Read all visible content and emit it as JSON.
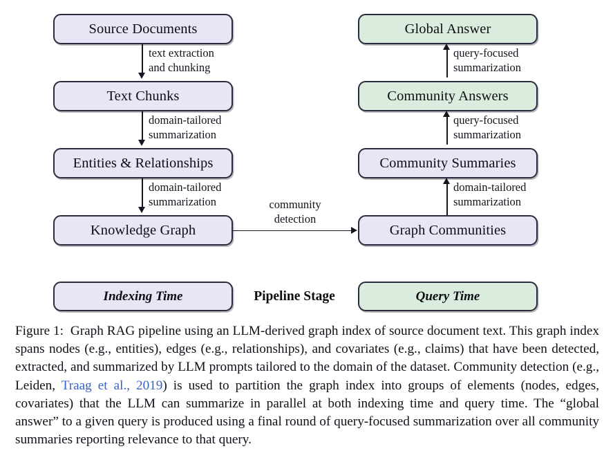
{
  "figure": {
    "caption_label": "Figure 1:",
    "caption_part1": "Graph RAG pipeline using an LLM-derived graph index of source document text. This graph index spans nodes (e.g., entities), edges (e.g., relationships), and covariates (e.g., claims) that have been detected, extracted, and summarized by LLM prompts tailored to the domain of the dataset. Community detection (e.g., Leiden, ",
    "citation": "Traag et al., 2019",
    "caption_part2": ") is used to partition the graph index into groups of elements (nodes, edges, covariates) that the LLM can summarize in parallel at both indexing time and query time. The “global answer” to a given query is produced using a final round of query-focused summarization over all community summaries reporting relevance to that query."
  },
  "colors": {
    "indexing_fill": "#e7e5f6",
    "query_fill": "#d9ecdd",
    "border": "#2b2b40",
    "arrow": "#15151f",
    "citation_link": "#3a63c8",
    "text": "#101019"
  },
  "chart_data": {
    "type": "diagram",
    "title": "Graph RAG pipeline",
    "left_column": {
      "stage": "Indexing Time",
      "nodes": [
        {
          "id": "source-documents",
          "label": "Source Documents",
          "stage": "indexing"
        },
        {
          "id": "text-chunks",
          "label": "Text Chunks",
          "stage": "indexing"
        },
        {
          "id": "entities-relationships",
          "label": "Entities & Relationships",
          "stage": "indexing"
        },
        {
          "id": "knowledge-graph",
          "label": "Knowledge Graph",
          "stage": "indexing"
        }
      ]
    },
    "right_column": {
      "stage": "Query Time",
      "nodes": [
        {
          "id": "global-answer",
          "label": "Global Answer",
          "stage": "query"
        },
        {
          "id": "community-answers",
          "label": "Community Answers",
          "stage": "query"
        },
        {
          "id": "community-summaries",
          "label": "Community Summaries",
          "stage": "indexing"
        },
        {
          "id": "graph-communities",
          "label": "Graph Communities",
          "stage": "indexing"
        }
      ]
    },
    "edges": [
      {
        "id": "source-to-chunks",
        "from": "source-documents",
        "to": "text-chunks",
        "direction": "down",
        "label_line1": "text extraction",
        "label_line2": "and chunking"
      },
      {
        "id": "chunks-to-entities",
        "from": "text-chunks",
        "to": "entities-relationships",
        "direction": "down",
        "label_line1": "domain-tailored",
        "label_line2": "summarization"
      },
      {
        "id": "entities-to-graph",
        "from": "entities-relationships",
        "to": "knowledge-graph",
        "direction": "down",
        "label_line1": "domain-tailored",
        "label_line2": "summarization"
      },
      {
        "id": "graph-to-communities",
        "from": "knowledge-graph",
        "to": "graph-communities",
        "direction": "right",
        "label_line1": "community",
        "label_line2": "detection"
      },
      {
        "id": "communities-to-summaries",
        "from": "graph-communities",
        "to": "community-summaries",
        "direction": "up",
        "label_line1": "domain-tailored",
        "label_line2": "summarization"
      },
      {
        "id": "summaries-to-answers",
        "from": "community-summaries",
        "to": "community-answers",
        "direction": "up",
        "label_line1": "query-focused",
        "label_line2": "summarization"
      },
      {
        "id": "answers-to-global",
        "from": "community-answers",
        "to": "global-answer",
        "direction": "up",
        "label_line1": "query-focused",
        "label_line2": "summarization"
      }
    ],
    "legend": {
      "indexing_label": "Indexing Time",
      "title_label": "Pipeline Stage",
      "query_label": "Query Time"
    }
  }
}
